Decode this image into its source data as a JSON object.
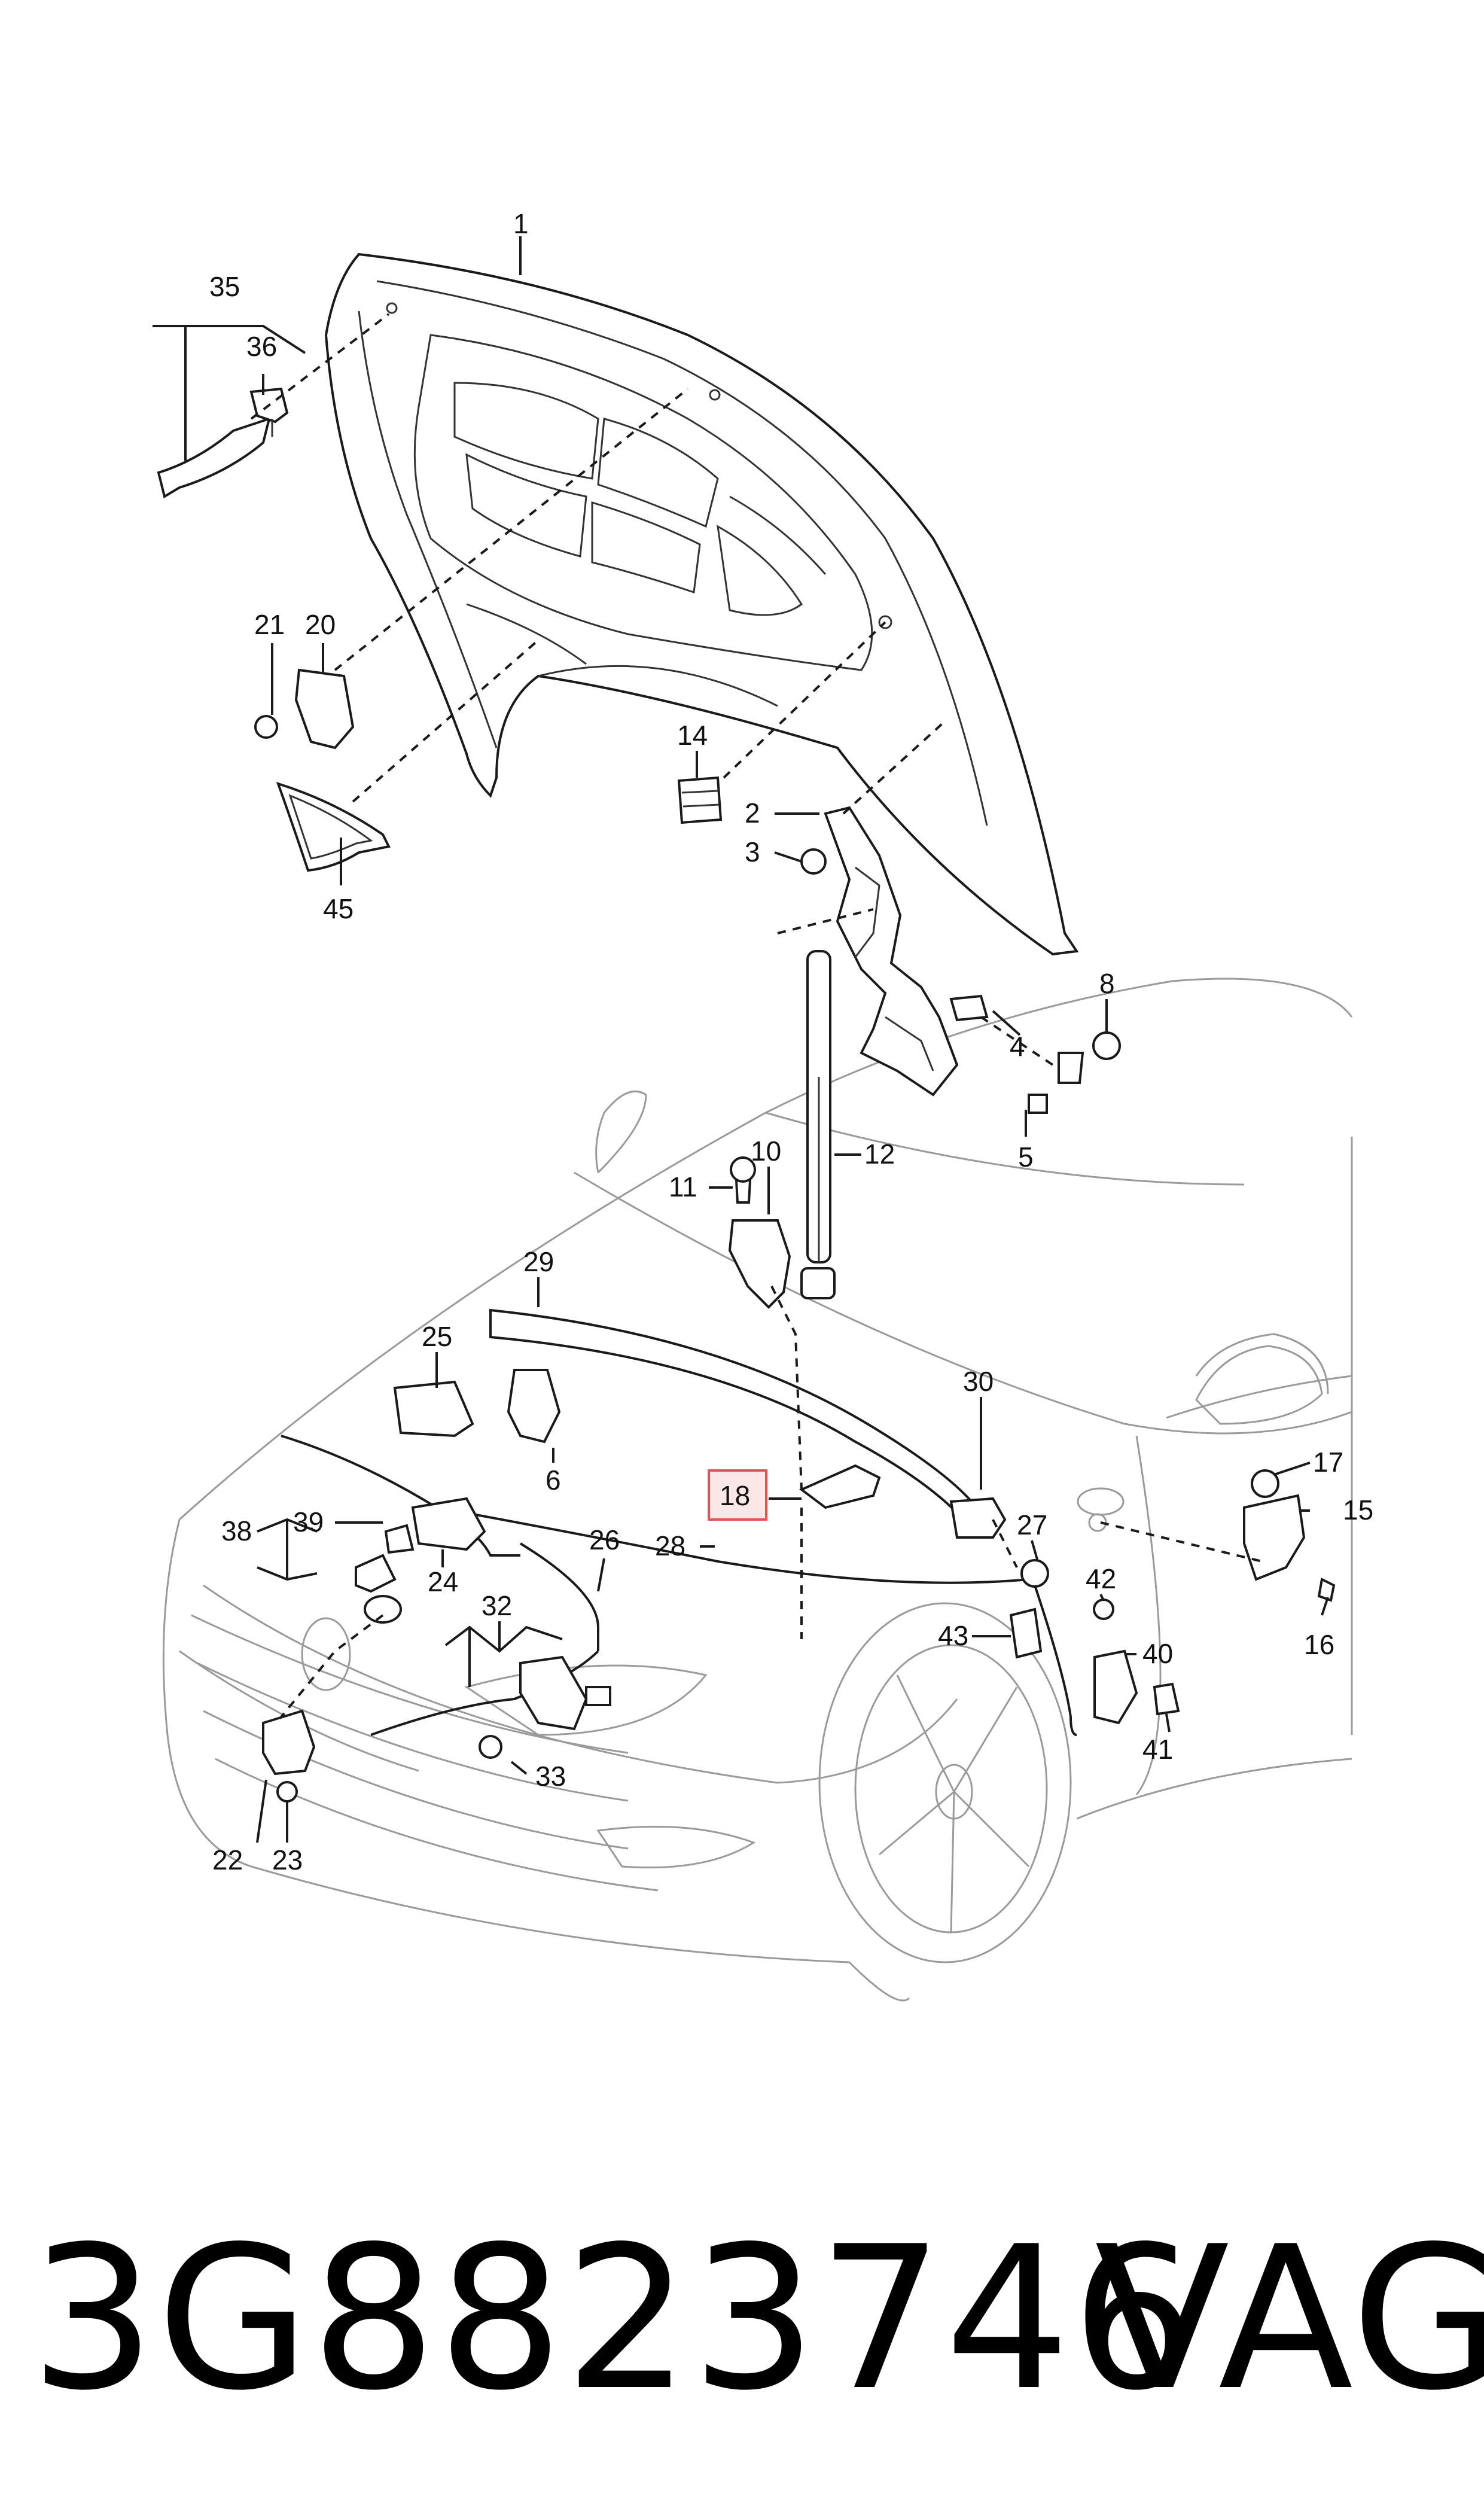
{
  "diagram": {
    "callouts": [
      {
        "id": "c1",
        "text": "1"
      },
      {
        "id": "c2",
        "text": "2"
      },
      {
        "id": "c3",
        "text": "3"
      },
      {
        "id": "c4",
        "text": "4"
      },
      {
        "id": "c5",
        "text": "5"
      },
      {
        "id": "c6",
        "text": "6"
      },
      {
        "id": "c8",
        "text": "8"
      },
      {
        "id": "c10",
        "text": "10"
      },
      {
        "id": "c11",
        "text": "11"
      },
      {
        "id": "c12",
        "text": "12"
      },
      {
        "id": "c14",
        "text": "14"
      },
      {
        "id": "c15",
        "text": "15"
      },
      {
        "id": "c16",
        "text": "16"
      },
      {
        "id": "c17",
        "text": "17"
      },
      {
        "id": "c18",
        "text": "18"
      },
      {
        "id": "c20",
        "text": "20"
      },
      {
        "id": "c21",
        "text": "21"
      },
      {
        "id": "c22",
        "text": "22"
      },
      {
        "id": "c23",
        "text": "23"
      },
      {
        "id": "c24",
        "text": "24"
      },
      {
        "id": "c25",
        "text": "25"
      },
      {
        "id": "c26",
        "text": "26"
      },
      {
        "id": "c27",
        "text": "27"
      },
      {
        "id": "c28",
        "text": "28"
      },
      {
        "id": "c29",
        "text": "29"
      },
      {
        "id": "c30",
        "text": "30"
      },
      {
        "id": "c32",
        "text": "32"
      },
      {
        "id": "c33",
        "text": "33"
      },
      {
        "id": "c35",
        "text": "35"
      },
      {
        "id": "c36",
        "text": "36"
      },
      {
        "id": "c38",
        "text": "38"
      },
      {
        "id": "c39",
        "text": "39"
      },
      {
        "id": "c40",
        "text": "40"
      },
      {
        "id": "c41",
        "text": "41"
      },
      {
        "id": "c42",
        "text": "42"
      },
      {
        "id": "c43",
        "text": "43"
      },
      {
        "id": "c45",
        "text": "45"
      }
    ],
    "highlighted_callout": "18",
    "highlight_color": "#e05555",
    "highlight_fill": "#fbe7e7"
  },
  "footer": {
    "part_number": "3G8823746",
    "brand": "VAG"
  }
}
